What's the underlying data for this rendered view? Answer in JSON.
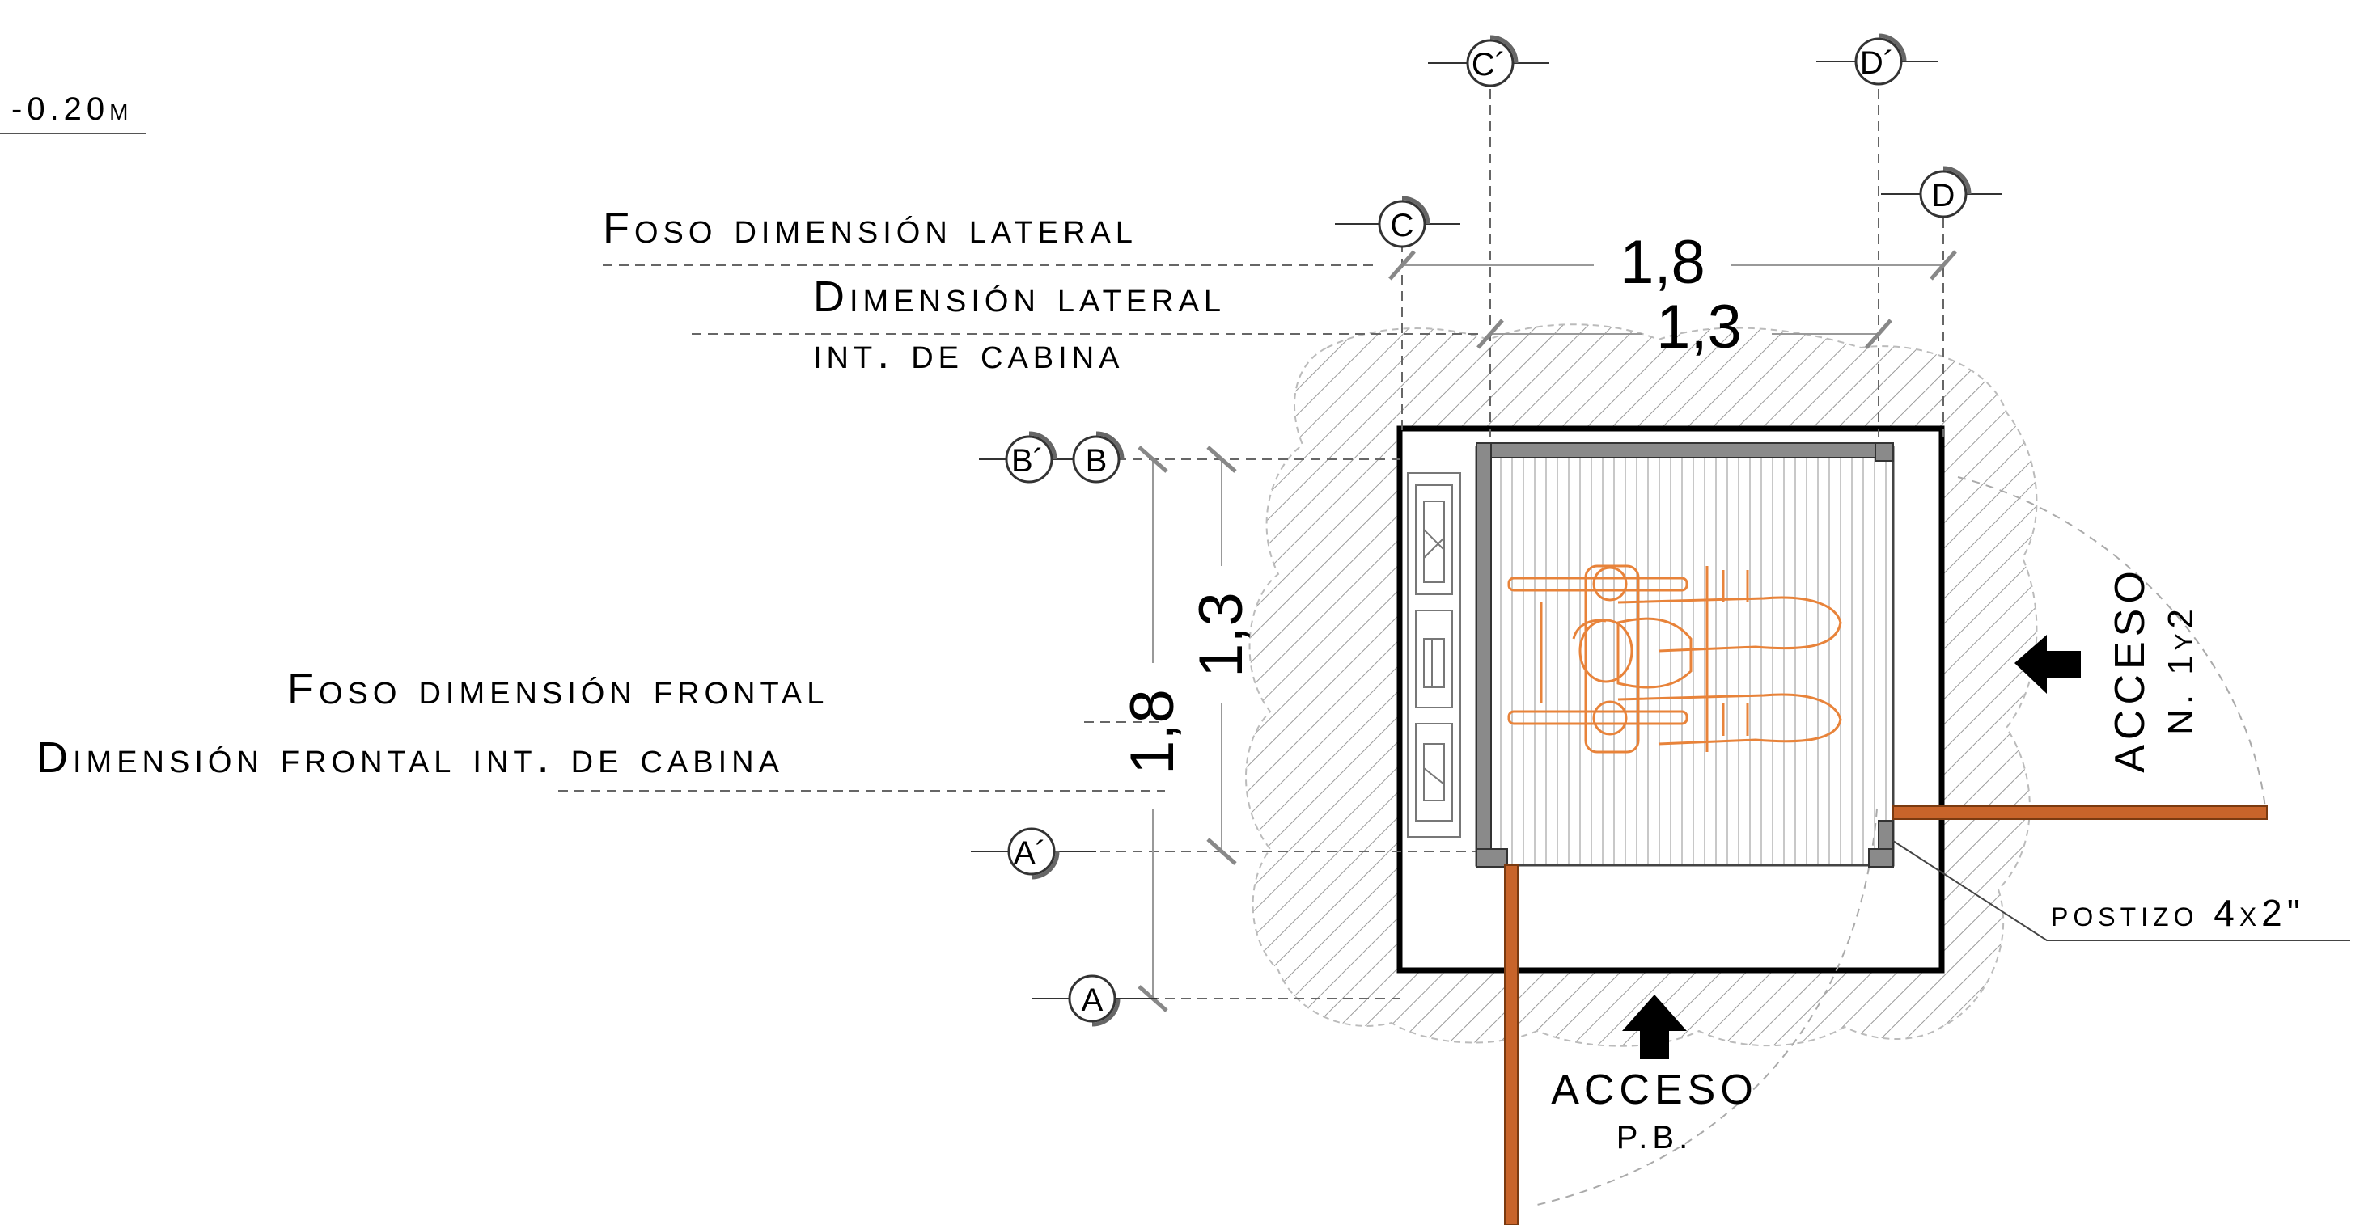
{
  "level_label": "-0.20m",
  "labels": {
    "foso_lateral": "Foso dimensión lateral",
    "dim_lateral_1": "Dimensión lateral",
    "dim_lateral_2": "int. de cabina",
    "foso_frontal": "Foso dimensión frontal",
    "dim_frontal": "Dimensión frontal int. de cabina",
    "acceso_1_line1": "ACCESO",
    "acceso_1_line2": "N. 1y2",
    "acceso_pb_line1": "ACCESO",
    "acceso_pb_line2": "P.B.",
    "postizo": "postizo 4x2\""
  },
  "dimensions": {
    "lateral_outer": "1,8",
    "lateral_inner": "1,3",
    "frontal_outer": "1,8",
    "frontal_inner": "1,3"
  },
  "axes": {
    "c_prime": "C´",
    "d_prime": "D´",
    "c": "C",
    "d": "D",
    "b_prime": "B´",
    "b": "B",
    "a_prime": "A´",
    "a": "A"
  },
  "colors": {
    "wall_orange": "#c8642a",
    "figure_orange": "#e8833a",
    "cabin_gray": "#7a7a7a",
    "hatch_gray": "#9a9a9a"
  }
}
